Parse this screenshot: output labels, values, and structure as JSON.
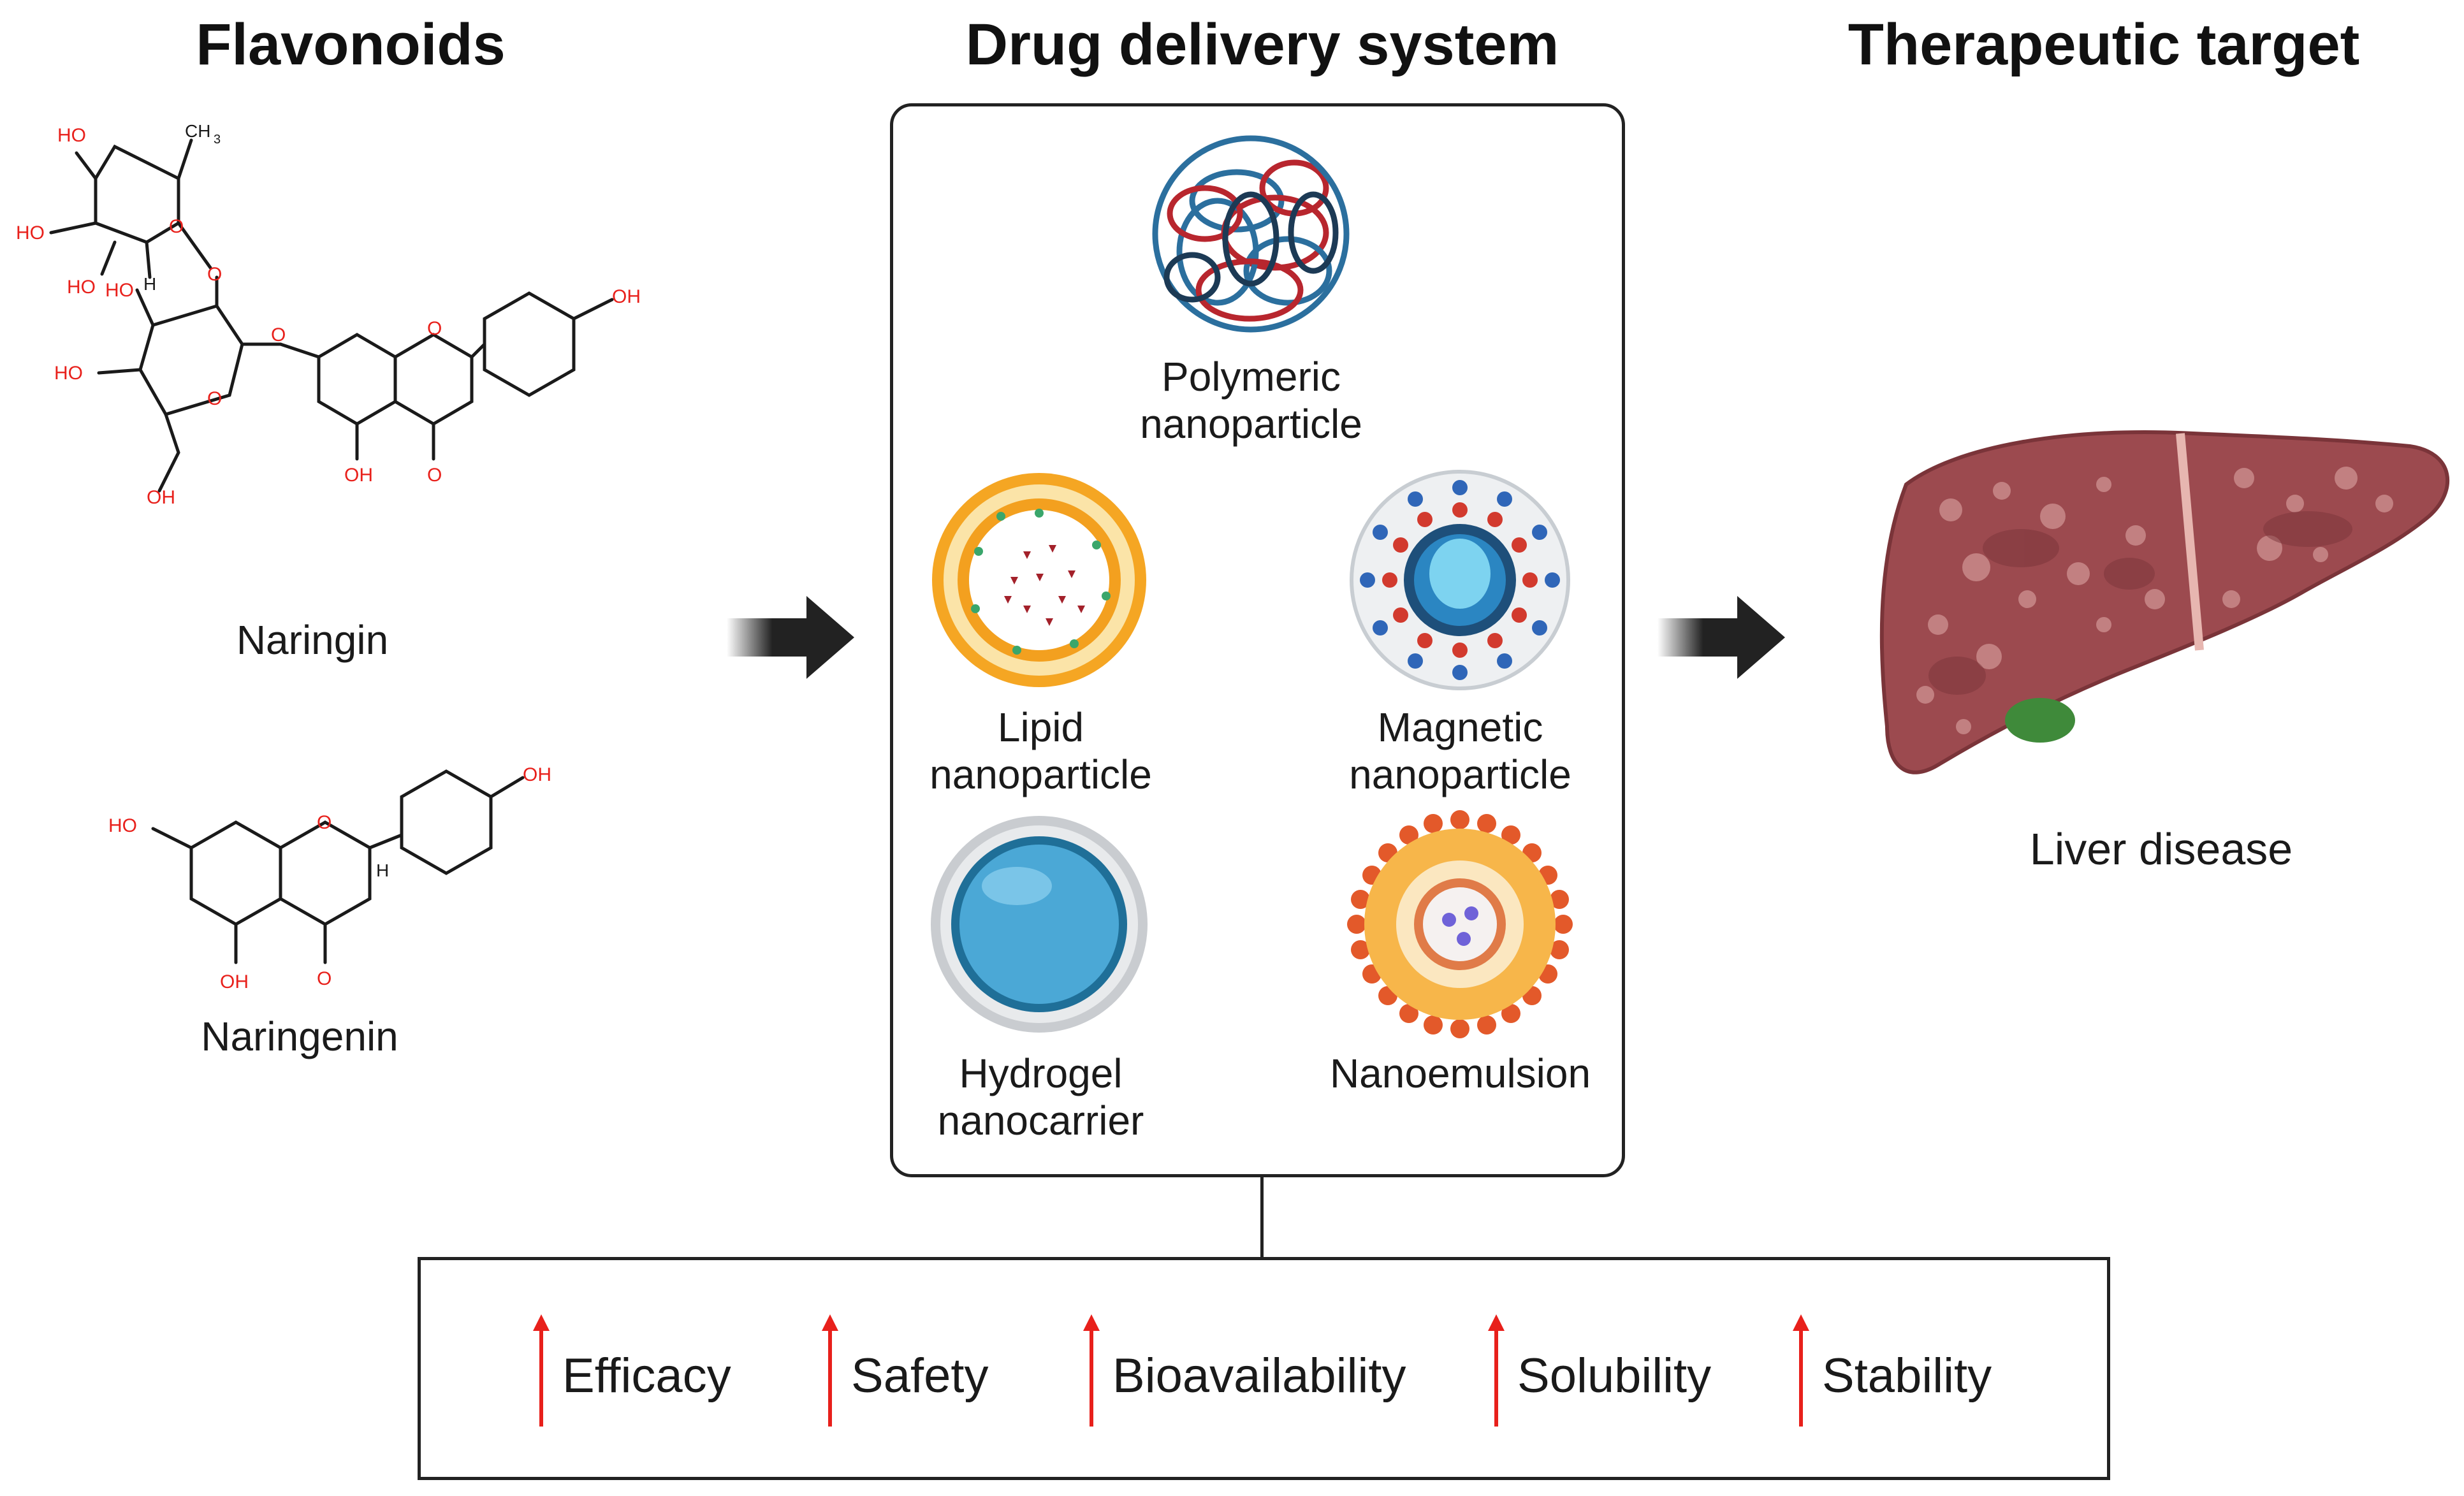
{
  "headings": {
    "flavonoids": "Flavonoids",
    "delivery": "Drug delivery system",
    "target": "Therapeutic target"
  },
  "molecules": {
    "naringin": "Naringin",
    "naringenin": "Naringenin",
    "atoms": {
      "ho": "HO",
      "oh": "OH",
      "o": "O",
      "h": "H",
      "ch3": "CH",
      "ch3_sub": "3"
    }
  },
  "nanocarriers": {
    "polymeric": [
      "Polymeric",
      "nanoparticle"
    ],
    "lipid": [
      "Lipid",
      "nanoparticle"
    ],
    "magnetic": [
      "Magnetic",
      "nanoparticle"
    ],
    "hydrogel": [
      "Hydrogel",
      "nanocarrier"
    ],
    "nanoemulsion": [
      "Nanoemulsion"
    ]
  },
  "target": {
    "label": "Liver disease"
  },
  "benefits": [
    "Efficacy",
    "Safety",
    "Bioavailability",
    "Solubility",
    "Stability"
  ],
  "colors": {
    "heteroatom": "#e8201b",
    "arrow": "#222222",
    "up_arrow": "#e8201b",
    "liver": "#9c4a4f",
    "gallbladder": "#3f8a3a"
  },
  "icons": [
    "right-arrow-icon",
    "up-arrow-icon",
    "liver-icon",
    "polymeric-nanoparticle-icon",
    "lipid-nanoparticle-icon",
    "magnetic-nanoparticle-icon",
    "hydrogel-icon",
    "nanoemulsion-icon"
  ]
}
